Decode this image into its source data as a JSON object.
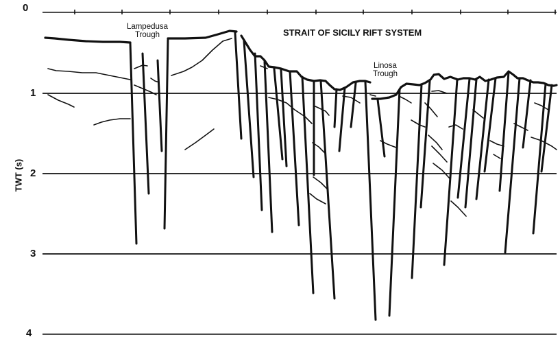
{
  "figure": {
    "title": "STRAIT OF SICILY RIFT SYSTEM",
    "y_axis_title": "TWT (s)",
    "y_ticks": [
      "0",
      "1",
      "2",
      "3",
      "4"
    ],
    "labels": [
      {
        "name": "lampedusa-trough-label",
        "line1": "Lampedusa",
        "line2": "Trough"
      },
      {
        "name": "linosa-trough-label",
        "line1": "Linosa",
        "line2": "Trough"
      }
    ],
    "line_color": "#111111",
    "background": "#ffffff"
  }
}
